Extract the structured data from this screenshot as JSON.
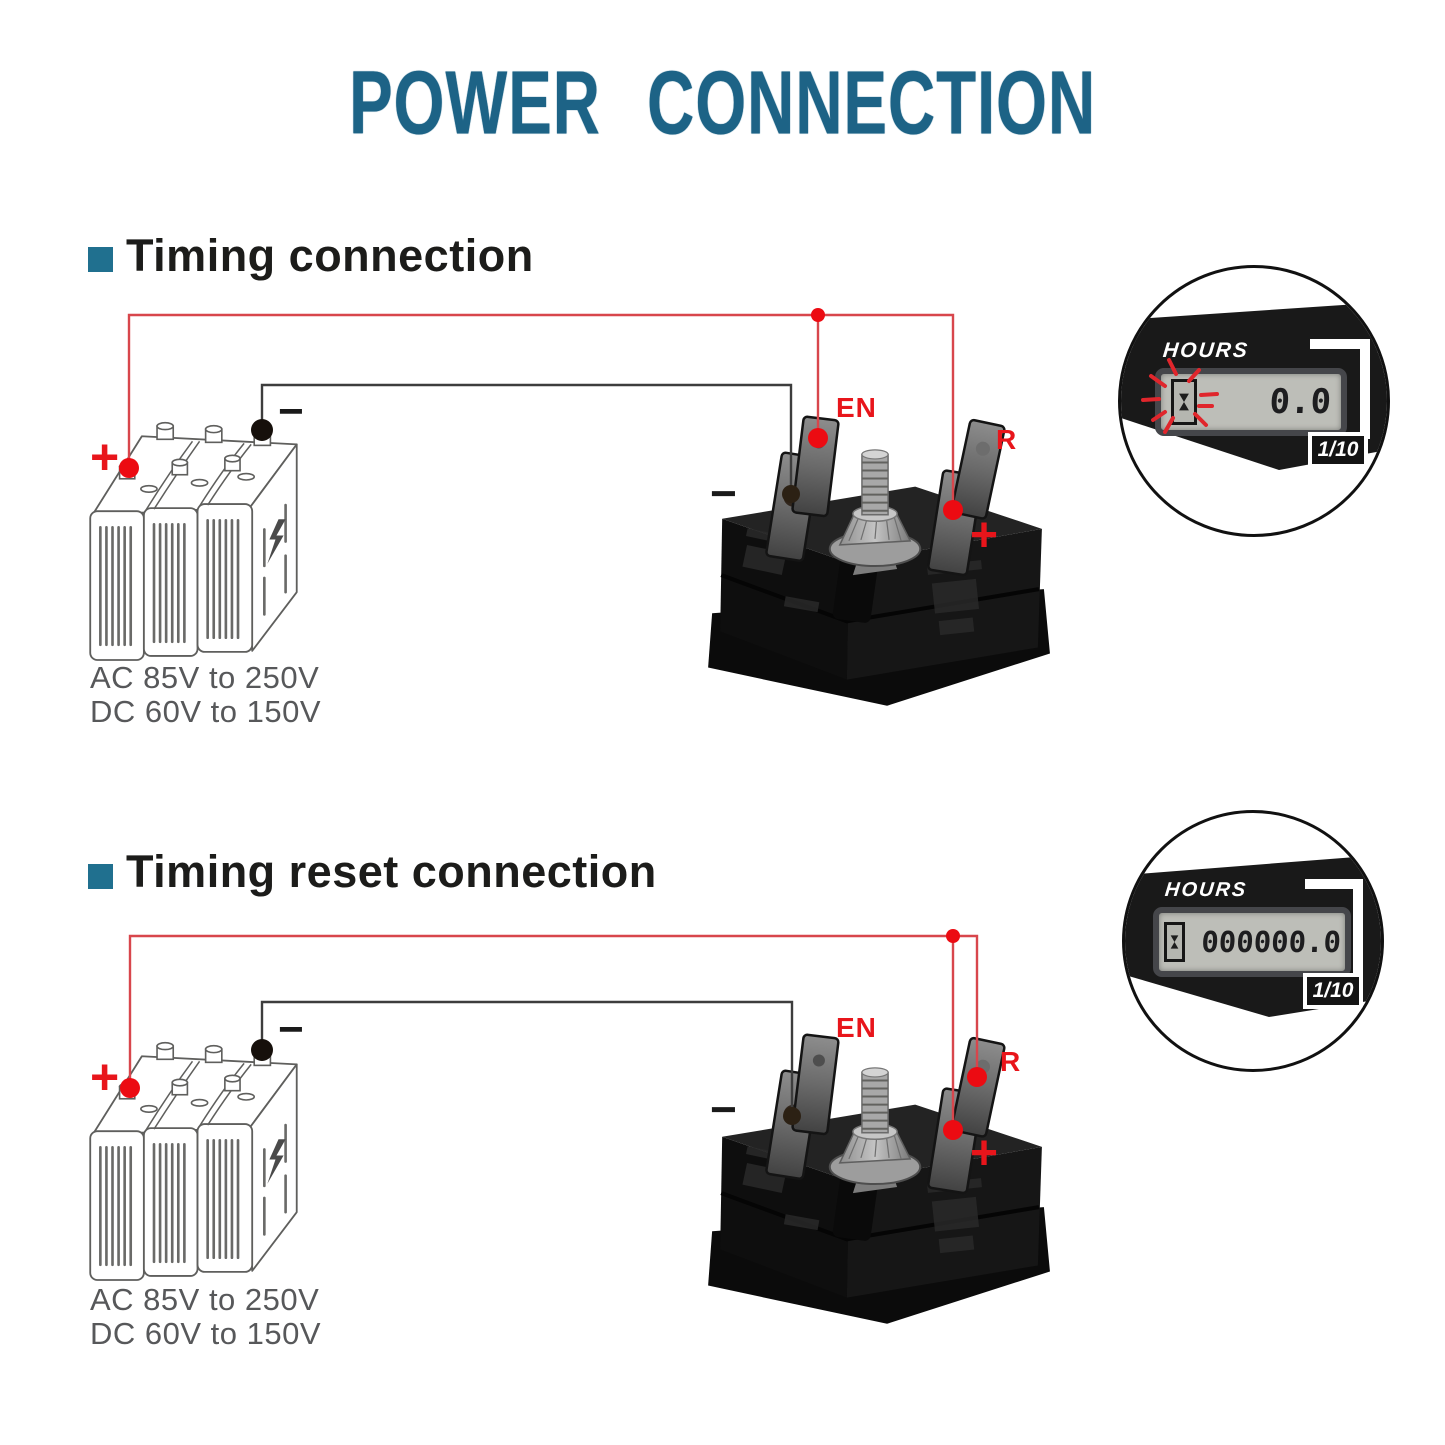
{
  "title": "POWER CONNECTION",
  "colors": {
    "title_blue": "#1d6386",
    "bullet_teal": "#20708f",
    "label_red": "#e8151b",
    "wire_red": "#d8464c",
    "wire_black": "#3d3d3d",
    "lcd_background": "#bdbeb8"
  },
  "sections": [
    {
      "heading": "Timing connection",
      "battery": {
        "plus_label": "+",
        "minus_label": "−",
        "caption_line1": "AC 85V to 250V",
        "caption_line2": "DC 60V to 150V"
      },
      "meter": {
        "en_label": "EN",
        "r_label": "R",
        "plus_label": "+",
        "minus_label": "−"
      },
      "inset": {
        "hours_label": "HOURS",
        "display_value": "0.0",
        "fraction_label": "1/10",
        "hourglass_blinking": true
      }
    },
    {
      "heading": "Timing reset connection",
      "battery": {
        "plus_label": "+",
        "minus_label": "−",
        "caption_line1": "AC 85V to 250V",
        "caption_line2": "DC 60V to 150V"
      },
      "meter": {
        "en_label": "EN",
        "r_label": "R",
        "plus_label": "+",
        "minus_label": "−"
      },
      "inset": {
        "hours_label": "HOURS",
        "display_value": "000000.0",
        "fraction_label": "1/10",
        "hourglass_blinking": false
      }
    }
  ]
}
